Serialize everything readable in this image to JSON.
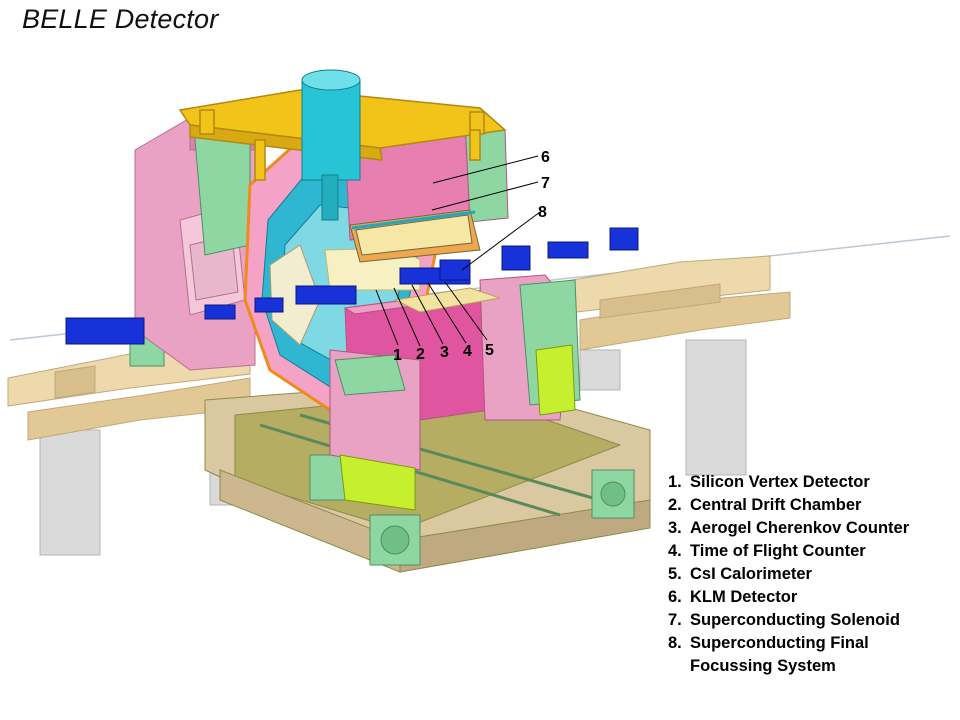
{
  "title": "BELLE Detector",
  "callouts": [
    "1",
    "2",
    "3",
    "4",
    "5",
    "6",
    "7",
    "8"
  ],
  "legend": [
    {
      "num": "1.",
      "text": "Silicon Vertex Detector"
    },
    {
      "num": "2.",
      "text": "Central Drift Chamber"
    },
    {
      "num": "3.",
      "text": "Aerogel Cherenkov Counter"
    },
    {
      "num": "4.",
      "text": "Time of Flight Counter"
    },
    {
      "num": "5.",
      "text": "CsI Calorimeter"
    },
    {
      "num": "6.",
      "text": "KLM Detector"
    },
    {
      "num": "7.",
      "text": "Superconducting Solenoid"
    },
    {
      "num": "8.",
      "text": "Superconducting Final",
      "cont": "Focussing System"
    }
  ],
  "colors": {
    "klm_pink": "#e77fb0",
    "endcap_pink": "#e9a2c4",
    "green_panel": "#8fd7a2",
    "frame_yellow": "#f2c319",
    "cyan": "#27c4d6",
    "beam_blue": "#1632d8",
    "orange": "#f08a1c",
    "beige": "#eed9ad",
    "support_gray": "#dadada",
    "base_olive": "#b4ad62",
    "lime": "#c6f02d"
  }
}
